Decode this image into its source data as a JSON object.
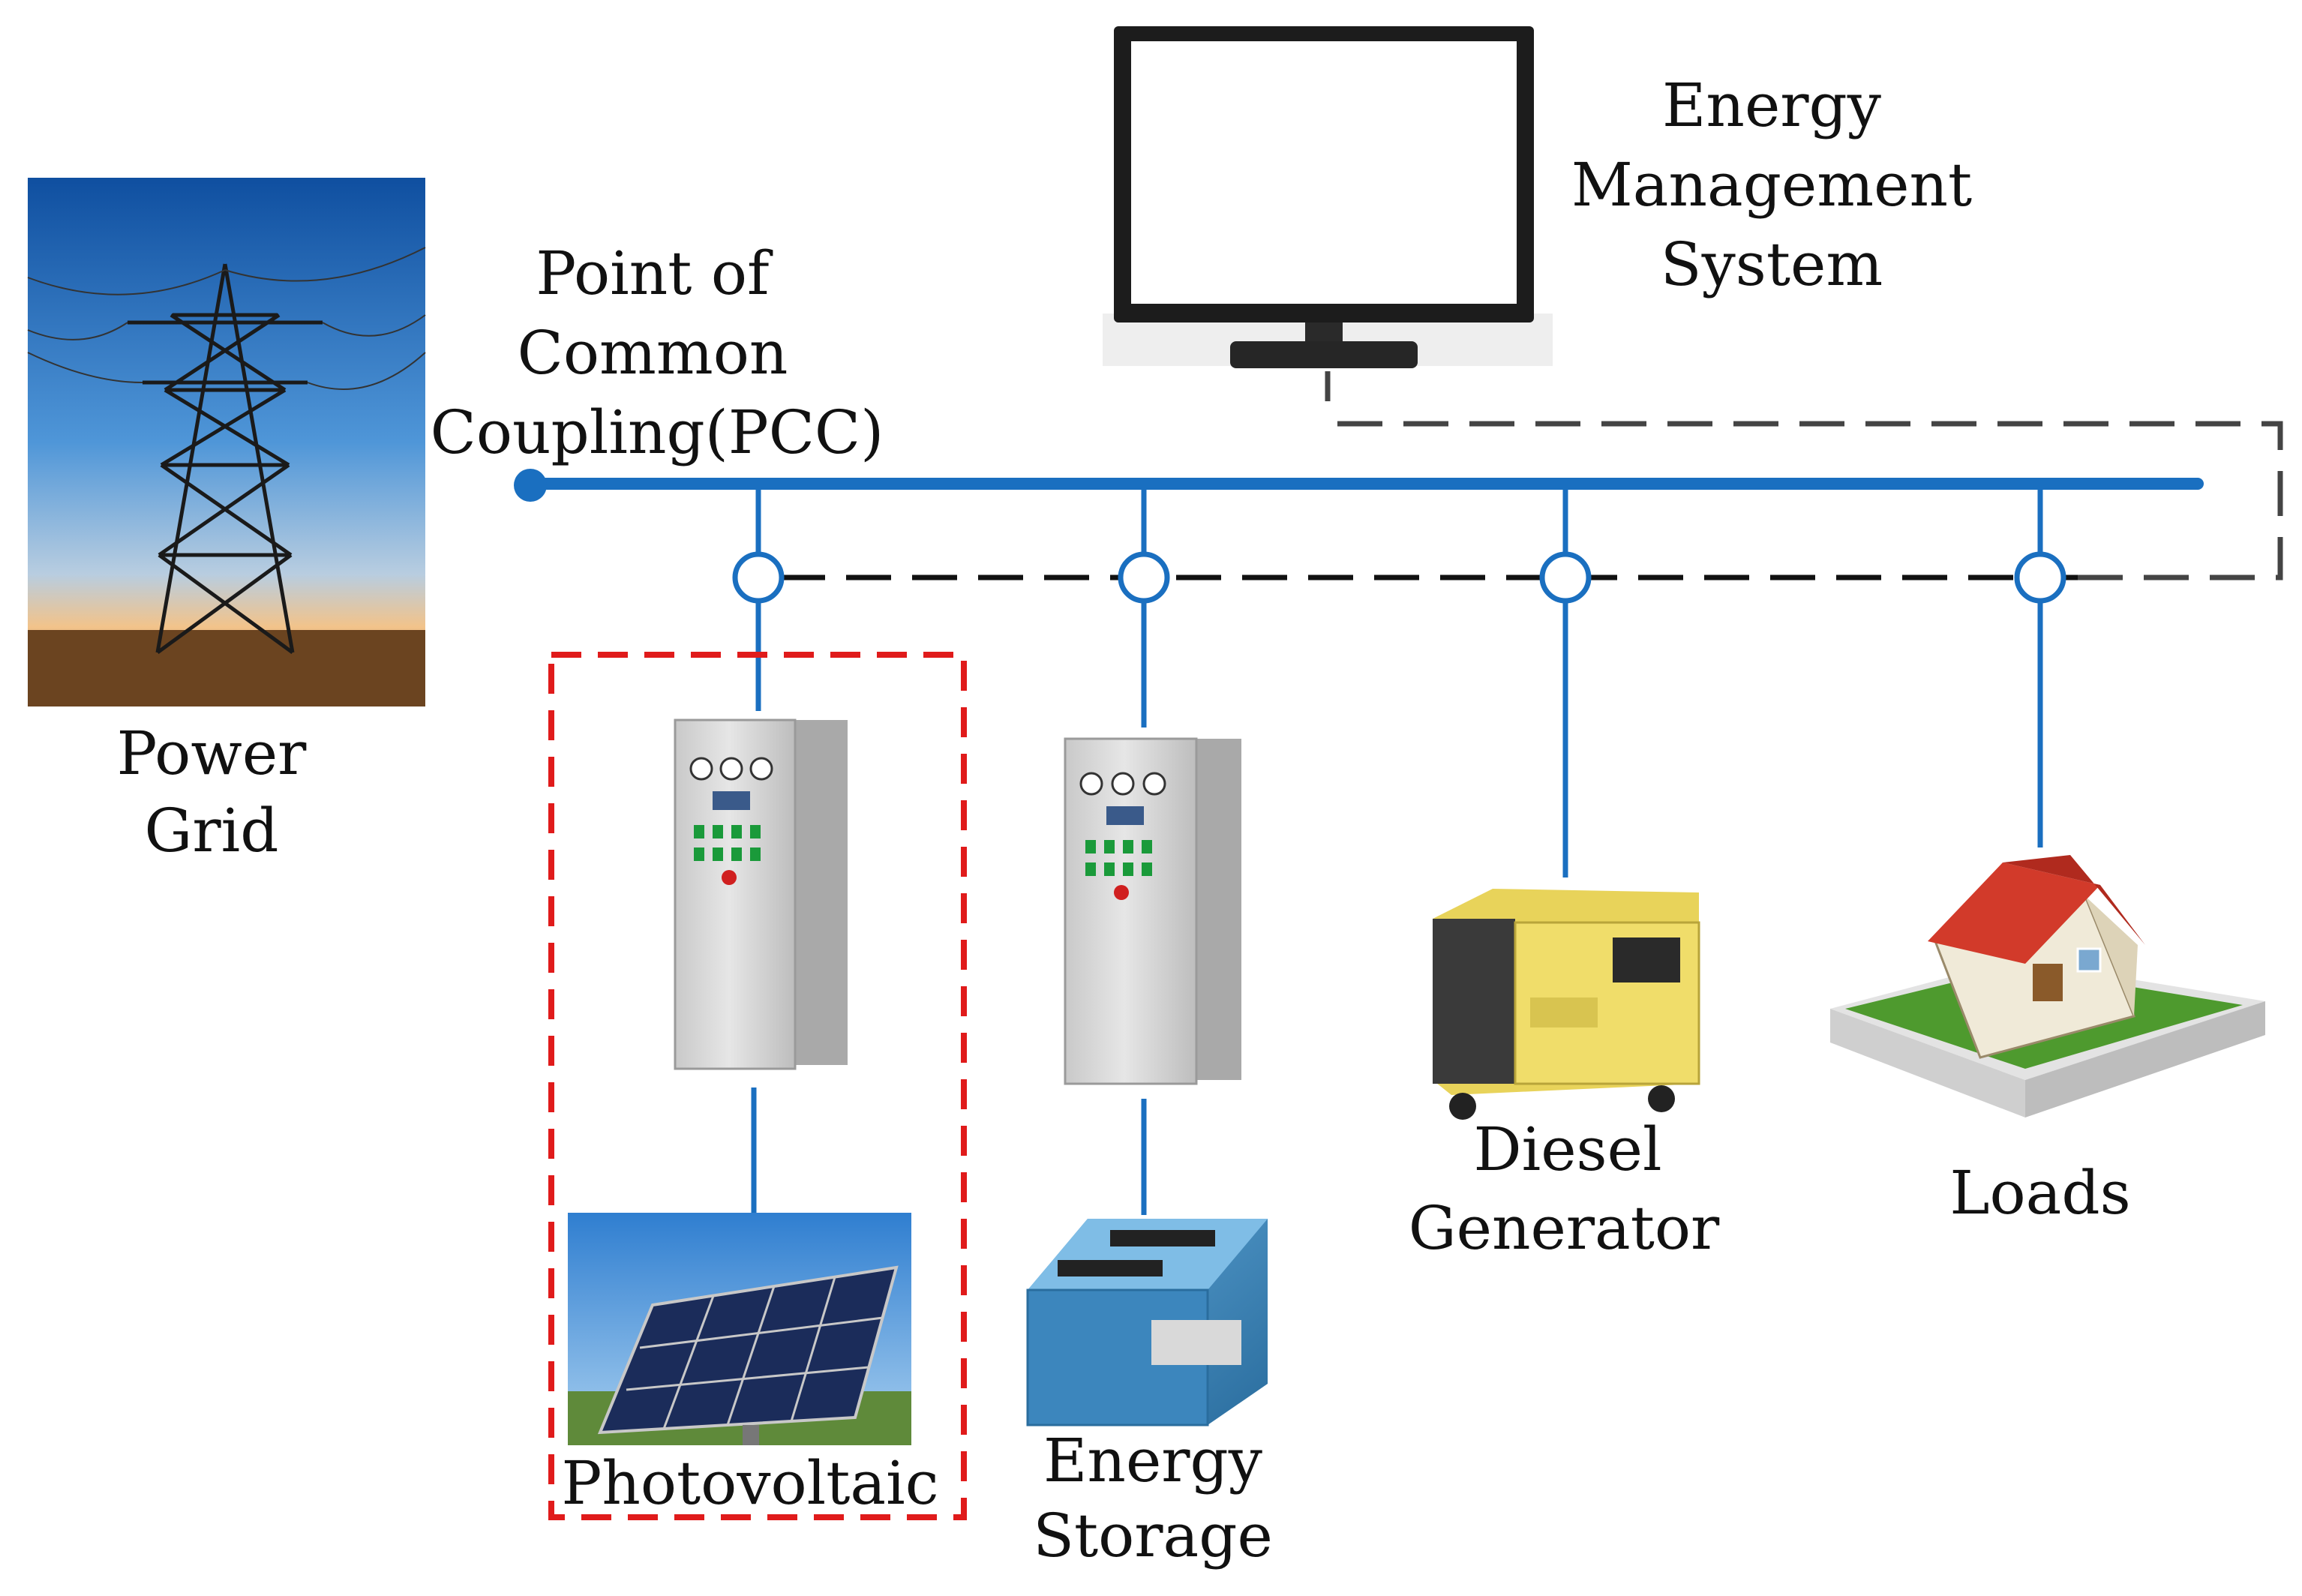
{
  "labels": {
    "power_grid": [
      "Power",
      "Grid"
    ],
    "pcc": [
      "Point of",
      "Common",
      "Coupling(PCC)"
    ],
    "ems": [
      "Energy",
      "Management",
      "System"
    ],
    "photovoltaic": "Photovoltaic",
    "energy_storage": [
      "Energy",
      "Storage"
    ],
    "diesel_generator": [
      "Diesel",
      "Generator"
    ],
    "loads": "Loads"
  },
  "colors": {
    "bus": "#1a6fc0",
    "comm": "#111111",
    "comm_loop": "#444444",
    "highlight": "#e01b1b"
  },
  "icons": {
    "grid": "transmission-tower-icon",
    "ems": "monitor-icon",
    "converter": "control-cabinet-icon",
    "pv": "solar-panel-icon",
    "storage": "battery-icon",
    "generator": "diesel-generator-icon",
    "load": "house-icon"
  }
}
